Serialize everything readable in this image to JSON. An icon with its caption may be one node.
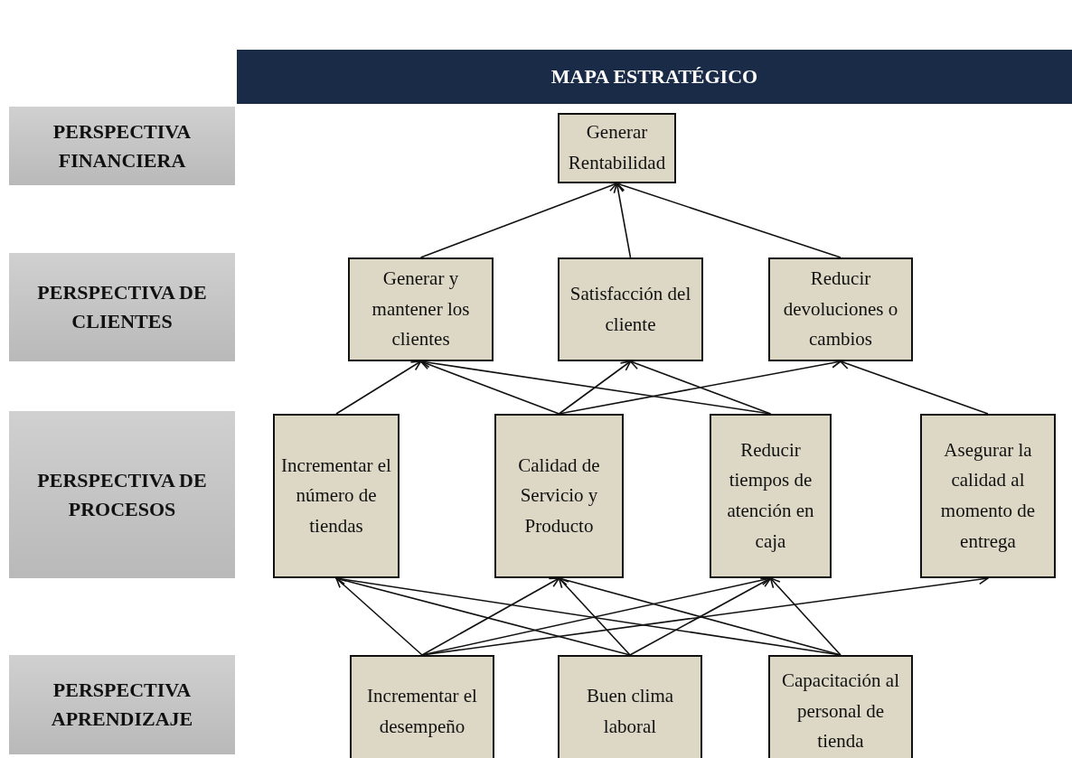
{
  "diagram": {
    "title": "MAPA ESTRATÉGICO",
    "nodes": [
      {
        "text": [
          "PERSPECTIVA FINANCIERA"
        ]
      },
      {
        "text": [
          "Generar Rentabilidad"
        ]
      },
      {
        "text": [
          "PERSPECTIVA DE CLIENTES"
        ]
      },
      {
        "text": [
          "Generar y mantener los clientes"
        ]
      },
      {
        "text": [
          "Satisfacción del cliente"
        ]
      },
      {
        "text": [
          "Reducir devoluciones o cambios"
        ]
      },
      {
        "text": [
          "PERSPECTIVA DE PROCESOS"
        ]
      },
      {
        "text": [
          "Incrementar el número de tiendas"
        ]
      },
      {
        "text": [
          "Calidad de Servicio y Producto"
        ]
      },
      {
        "text": [
          "Reducir tiempos de atención en caja"
        ]
      },
      {
        "text": [
          "Asegurar la calidad al momento de entrega"
        ]
      },
      {
        "text": [
          "PERSPECTIVA APRENDIZAJE"
        ]
      },
      {
        "text": [
          "Incrementar el desempeño"
        ]
      },
      {
        "text": [
          "Buen clima laboral"
        ]
      },
      {
        "text": [
          "Capacitación al personal de tienda"
        ]
      }
    ],
    "edges": [
      {
        "from": 3,
        "to": 1,
        "arrow": "to"
      },
      {
        "from": 4,
        "to": 1,
        "arrow": "to"
      },
      {
        "from": 5,
        "to": 1,
        "arrow": "to"
      },
      {
        "from": 7,
        "to": 3,
        "arrow": "to"
      },
      {
        "from": 8,
        "to": 3,
        "arrow": "to"
      },
      {
        "from": 8,
        "to": 4,
        "arrow": "to"
      },
      {
        "from": 8,
        "to": 5,
        "arrow": "to"
      },
      {
        "from": 9,
        "to": 3,
        "arrow": "to"
      },
      {
        "from": 9,
        "to": 4,
        "arrow": "to"
      },
      {
        "from": 10,
        "to": 5,
        "arrow": "to"
      },
      {
        "from": 12,
        "to": 7,
        "arrow": "to"
      },
      {
        "from": 12,
        "to": 8,
        "arrow": "to"
      },
      {
        "from": 12,
        "to": 9,
        "arrow": "to"
      },
      {
        "from": 12,
        "to": 10,
        "arrow": "to"
      },
      {
        "from": 13,
        "to": 7,
        "arrow": "to"
      },
      {
        "from": 13,
        "to": 8,
        "arrow": "to"
      },
      {
        "from": 13,
        "to": 9,
        "arrow": "to"
      },
      {
        "from": 14,
        "to": 7,
        "arrow": "to"
      },
      {
        "from": 14,
        "to": 8,
        "arrow": "to"
      },
      {
        "from": 14,
        "to": 9,
        "arrow": "to"
      }
    ]
  }
}
